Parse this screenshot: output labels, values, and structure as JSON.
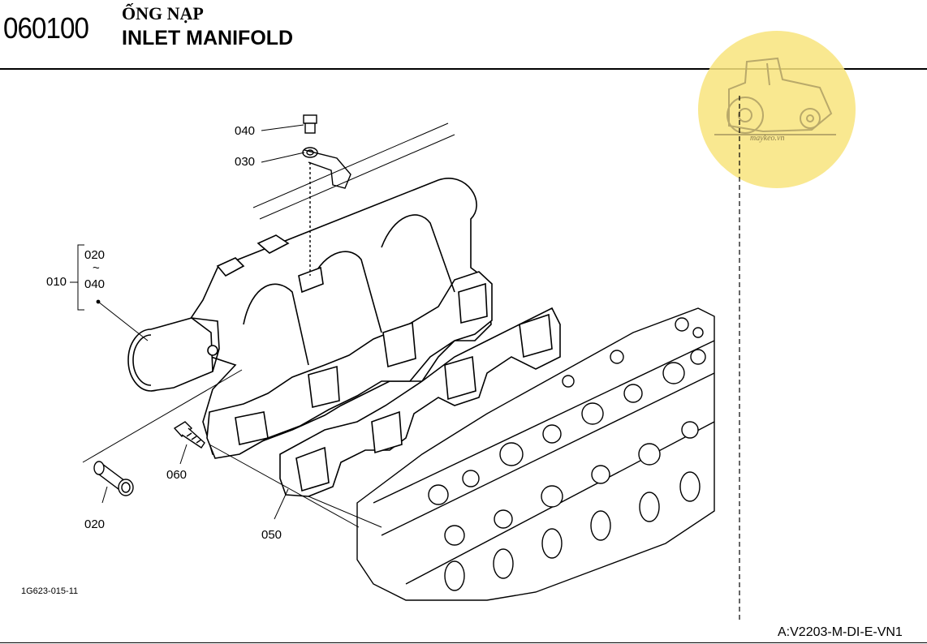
{
  "header": {
    "section_code": "060100",
    "title_vi": "ỐNG NẠP",
    "title_en": "INLET MANIFOLD"
  },
  "callouts": {
    "c040_top": "040",
    "c030": "030",
    "c010": "010",
    "c020_range_start": "020",
    "range_tilde": "~",
    "c040_range_end": "040",
    "c060": "060",
    "c020_bottom": "020",
    "c050": "050"
  },
  "footer": {
    "drawing_code": "1G623-015-11",
    "model_code": "A:V2203-M-DI-E-VN1"
  },
  "watermark": {
    "text": "maykeo.vn",
    "color": "#f7e27a",
    "icon": "tractor-icon"
  }
}
